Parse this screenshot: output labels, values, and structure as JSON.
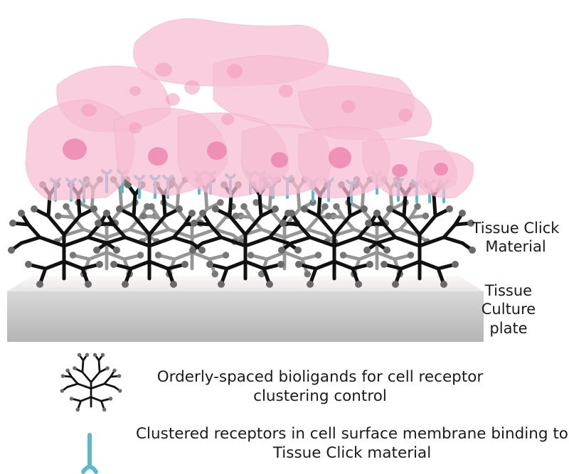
{
  "labels": {
    "tissue_click_material": "Tissue Click Material",
    "tissue_culture_plate": "Tissue Culture plate",
    "bioligands": "Orderly-spaced bioligands for cell receptor clustering control",
    "receptors": "Clustered receptors in cell surface membrane binding to Tissue Click material"
  },
  "colors": {
    "cell_fill": "#f7bcd3",
    "cell_nucleus": "#ee82ad",
    "dendrimer_front": "#111111",
    "dendrimer_back": "#777777",
    "bead": "#666666",
    "receptor": "#5fb8c9",
    "plate_top": "#f0ecec",
    "plate_front": "#c9c9c9"
  },
  "icons": {
    "dendrimer": "branched-dendrimer-icon",
    "receptor": "receptor-icon"
  }
}
